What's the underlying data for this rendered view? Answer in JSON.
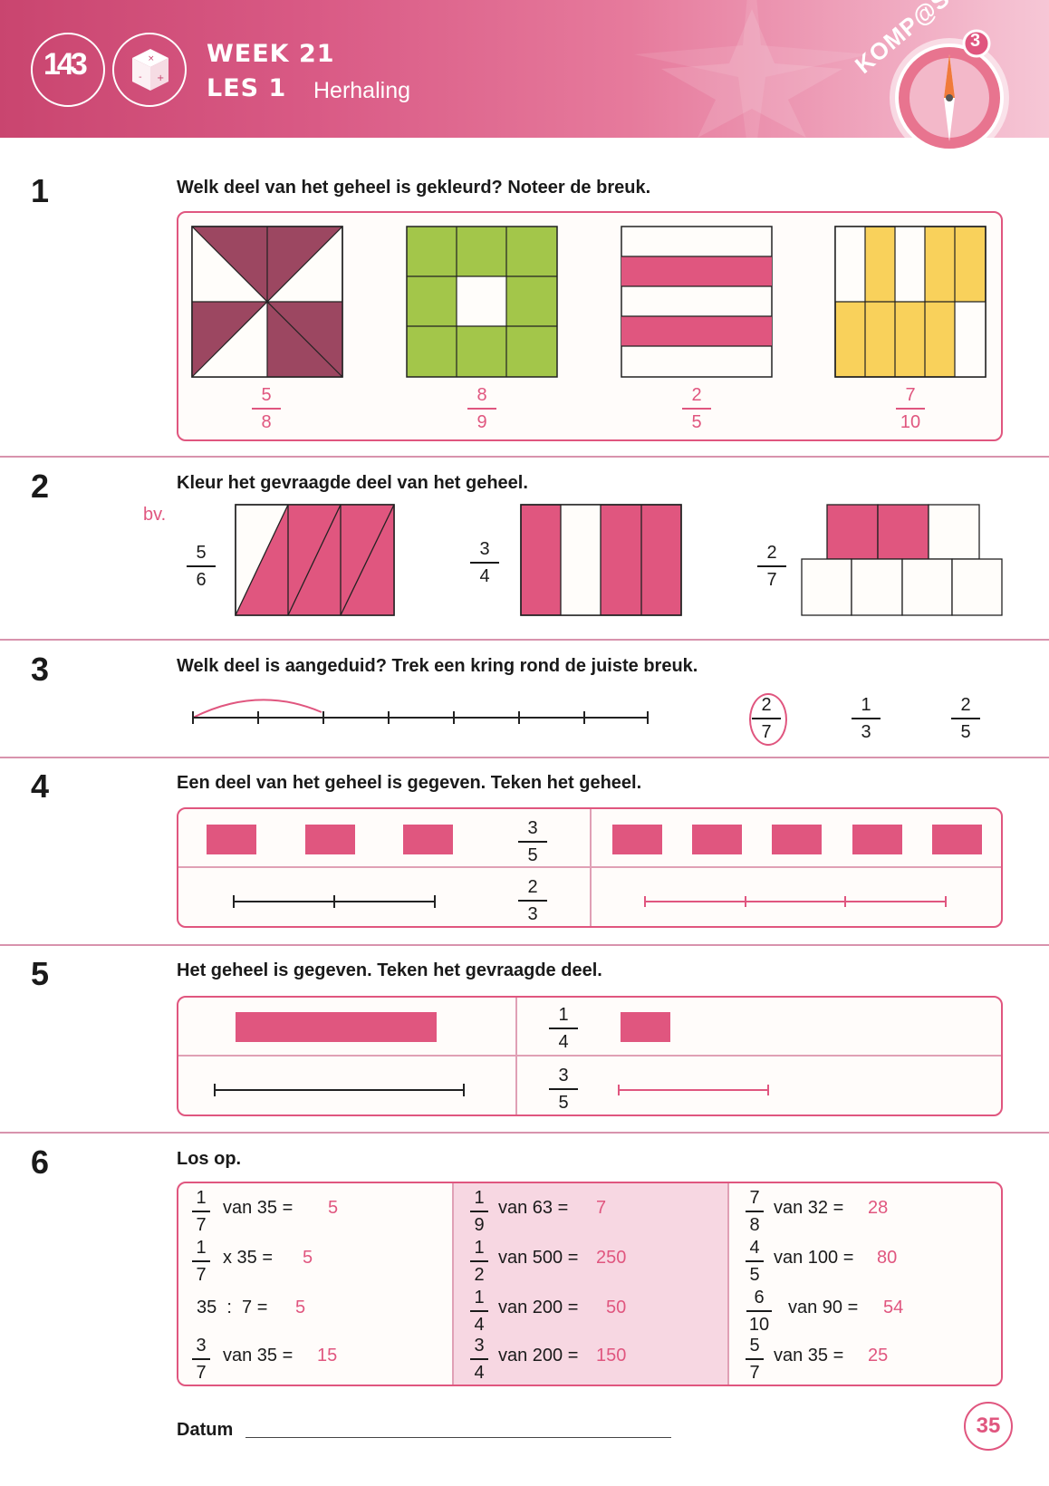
{
  "header": {
    "badge_digits": "143",
    "week": "WEEK 21",
    "les": "LES 1",
    "title": "Herhaling",
    "brand": "KOMP@S",
    "compass_number": "3"
  },
  "colors": {
    "accent": "#e0567f",
    "plum": "#9c4761",
    "green": "#a3c64a",
    "yellow": "#f9d15b"
  },
  "ex1": {
    "number": "1",
    "instruction": "Welk deel van het geheel is gekleurd? Noteer de breuk.",
    "answers": [
      {
        "num": "5",
        "den": "8"
      },
      {
        "num": "8",
        "den": "9"
      },
      {
        "num": "2",
        "den": "5"
      },
      {
        "num": "7",
        "den": "10"
      }
    ]
  },
  "ex2": {
    "number": "2",
    "instruction": "Kleur het gevraagde deel van het geheel.",
    "example_label": "bv.",
    "items": [
      {
        "num": "5",
        "den": "6"
      },
      {
        "num": "3",
        "den": "4"
      },
      {
        "num": "2",
        "den": "7"
      }
    ]
  },
  "ex3": {
    "number": "3",
    "instruction": "Welk deel is aangeduid? Trek een kring rond de juiste breuk.",
    "options": [
      {
        "num": "2",
        "den": "7",
        "circled": true
      },
      {
        "num": "1",
        "den": "3",
        "circled": false
      },
      {
        "num": "2",
        "den": "5",
        "circled": false
      }
    ]
  },
  "ex4": {
    "number": "4",
    "instruction": "Een deel van het geheel is gegeven. Teken het geheel.",
    "rows": [
      {
        "num": "3",
        "den": "5"
      },
      {
        "num": "2",
        "den": "3"
      }
    ]
  },
  "ex5": {
    "number": "5",
    "instruction": "Het geheel is gegeven. Teken het gevraagde deel.",
    "rows": [
      {
        "num": "1",
        "den": "4"
      },
      {
        "num": "3",
        "den": "5"
      }
    ]
  },
  "ex6": {
    "number": "6",
    "instruction": "Los op.",
    "columns": [
      [
        {
          "num": "1",
          "den": "7",
          "text": "van 35 =",
          "answer": "5"
        },
        {
          "num": "1",
          "den": "7",
          "text": "x 35 =",
          "answer": "5"
        },
        {
          "num": "",
          "den": "",
          "text": "35  :  7 =",
          "answer": "5"
        },
        {
          "num": "3",
          "den": "7",
          "text": "van 35 =",
          "answer": "15"
        }
      ],
      [
        {
          "num": "1",
          "den": "9",
          "text": "van 63 =",
          "answer": "7"
        },
        {
          "num": "1",
          "den": "2",
          "text": "van 500 =",
          "answer": "250"
        },
        {
          "num": "1",
          "den": "4",
          "text": "van 200 =",
          "answer": "50"
        },
        {
          "num": "3",
          "den": "4",
          "text": "van 200 =",
          "answer": "150"
        }
      ],
      [
        {
          "num": "7",
          "den": "8",
          "text": "van 32 =",
          "answer": "28"
        },
        {
          "num": "4",
          "den": "5",
          "text": "van 100 =",
          "answer": "80"
        },
        {
          "num": "6",
          "den": "10",
          "text": "van 90 =",
          "answer": "54"
        },
        {
          "num": "5",
          "den": "7",
          "text": "van 35 =",
          "answer": "25"
        }
      ]
    ]
  },
  "footer": {
    "date_label": "Datum",
    "page_number": "35"
  }
}
